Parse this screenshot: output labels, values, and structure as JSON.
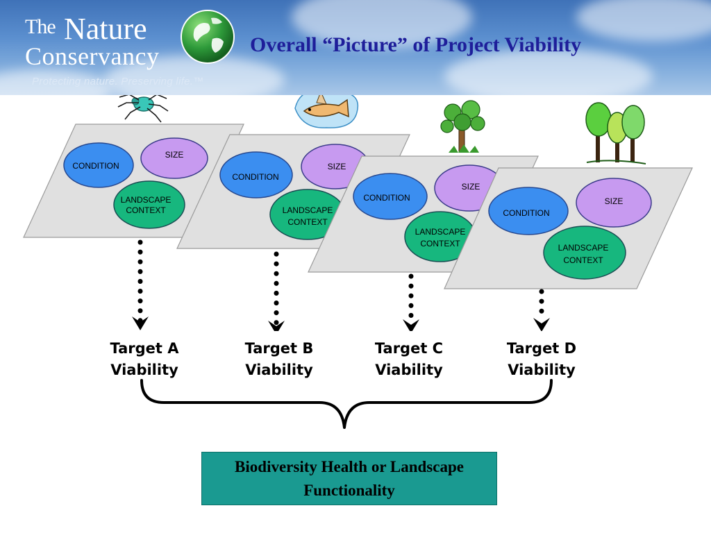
{
  "header": {
    "logo_the": "The",
    "logo_nature": "Nature",
    "logo_conservancy": "Conservancy",
    "tagline": "Protecting nature. Preserving life.™",
    "title": "Overall “Picture” of Project Viability"
  },
  "planes": [
    {
      "condition": "CONDITION",
      "size": "SIZE",
      "landscape_1": "LANDSCAPE",
      "landscape_2": "CONTEXT",
      "icon": "spider-icon"
    },
    {
      "condition": "CONDITION",
      "size": "SIZE",
      "landscape_1": "LANDSCAPE",
      "landscape_2": "CONTEXT",
      "icon": "fish-icon"
    },
    {
      "condition": "CONDITION",
      "size": "SIZE",
      "landscape_1": "LANDSCAPE",
      "landscape_2": "CONTEXT",
      "icon": "tree-icon"
    },
    {
      "condition": "CONDITION",
      "size": "SIZE",
      "landscape_1": "LANDSCAPE",
      "landscape_2": "CONTEXT",
      "icon": "forest-icon"
    }
  ],
  "targets": [
    {
      "line1": "Target A",
      "line2": "Viability"
    },
    {
      "line1": "Target B",
      "line2": "Viability"
    },
    {
      "line1": "Target C",
      "line2": "Viability"
    },
    {
      "line1": "Target D",
      "line2": "Viability"
    }
  ],
  "result": {
    "line1": "Biodiversity Health or Landscape",
    "line2": "Functionality"
  },
  "colors": {
    "condition": "#3b8ef0",
    "size": "#c79af0",
    "landscape": "#17b77e",
    "result_box": "#1a9a91",
    "title": "#1e1e9a"
  }
}
